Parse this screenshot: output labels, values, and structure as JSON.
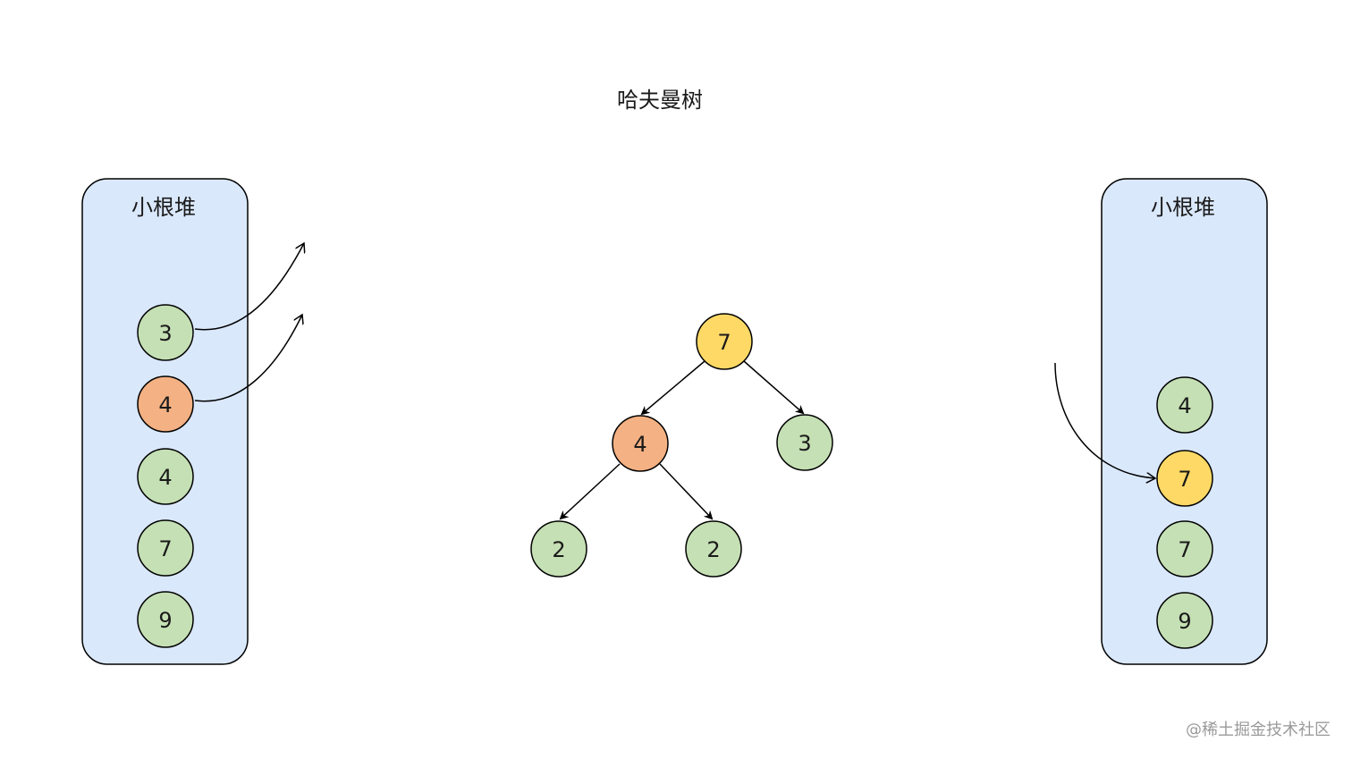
{
  "title": "哈夫曼树",
  "watermark": "@稀土掘金技术社区",
  "colors": {
    "panel_fill": "#dae8fc",
    "green": "#c5e0b4",
    "orange": "#f4b183",
    "yellow": "#ffd966",
    "stroke": "#000000"
  },
  "left_heap": {
    "label": "小根堆",
    "nodes": [
      {
        "value": "3",
        "color": "green"
      },
      {
        "value": "4",
        "color": "orange"
      },
      {
        "value": "4",
        "color": "green"
      },
      {
        "value": "7",
        "color": "green"
      },
      {
        "value": "9",
        "color": "green"
      }
    ]
  },
  "right_heap": {
    "label": "小根堆",
    "nodes": [
      {
        "value": "4",
        "color": "green"
      },
      {
        "value": "7",
        "color": "yellow"
      },
      {
        "value": "7",
        "color": "green"
      },
      {
        "value": "9",
        "color": "green"
      }
    ]
  },
  "tree": {
    "root": {
      "value": "7",
      "color": "yellow"
    },
    "left": {
      "value": "4",
      "color": "orange"
    },
    "right": {
      "value": "3",
      "color": "green"
    },
    "left_left": {
      "value": "2",
      "color": "green"
    },
    "left_right": {
      "value": "2",
      "color": "green"
    }
  }
}
